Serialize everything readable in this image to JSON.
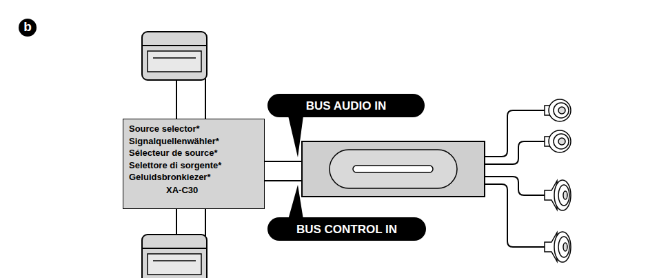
{
  "diagram": {
    "nodes": [
      {
        "text": [
          "Source selector*",
          "Signalquellenwähler*",
          "Sélecteur de source*",
          "Selettore di sorgente*",
          "Geluidsbronkiezer*",
          "XA-C30"
        ]
      },
      {
        "text": [
          "BUS AUDIO IN"
        ]
      },
      {
        "text": [
          "BUS CONTROL IN"
        ]
      }
    ],
    "labels": [
      "b"
    ]
  }
}
